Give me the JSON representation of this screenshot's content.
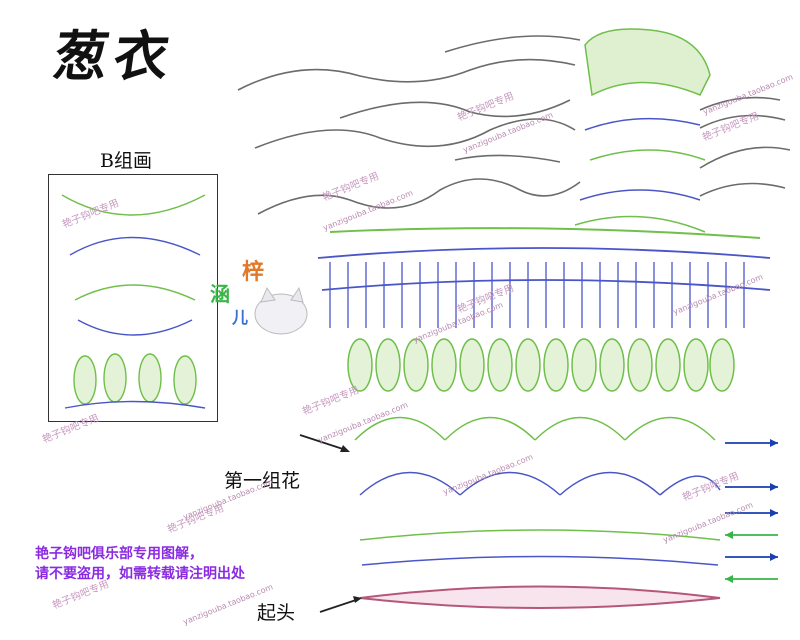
{
  "title": "葱衣",
  "labels": {
    "group_b": "B组画",
    "first_group": "第一组花",
    "start": "起头"
  },
  "notice": {
    "line1": "艳子钩吧俱乐部专用图解，",
    "line2": "请不要盗用，如需转载请注明出处"
  },
  "watermark": {
    "cn": "艳子钩吧专用",
    "url": "yanzigouba.taobao.com"
  },
  "logo": {
    "chars": [
      "梓",
      "涵",
      "儿"
    ]
  },
  "colors": {
    "green_motif": "#6fbf4a",
    "blue_stitch": "#4a56c8",
    "pink_base": "#b5577a",
    "arrow_blue": "#1a3fb0",
    "arrow_green": "#39b54a",
    "notice_purple": "#8a2be2",
    "contour_gray": "#666666"
  }
}
